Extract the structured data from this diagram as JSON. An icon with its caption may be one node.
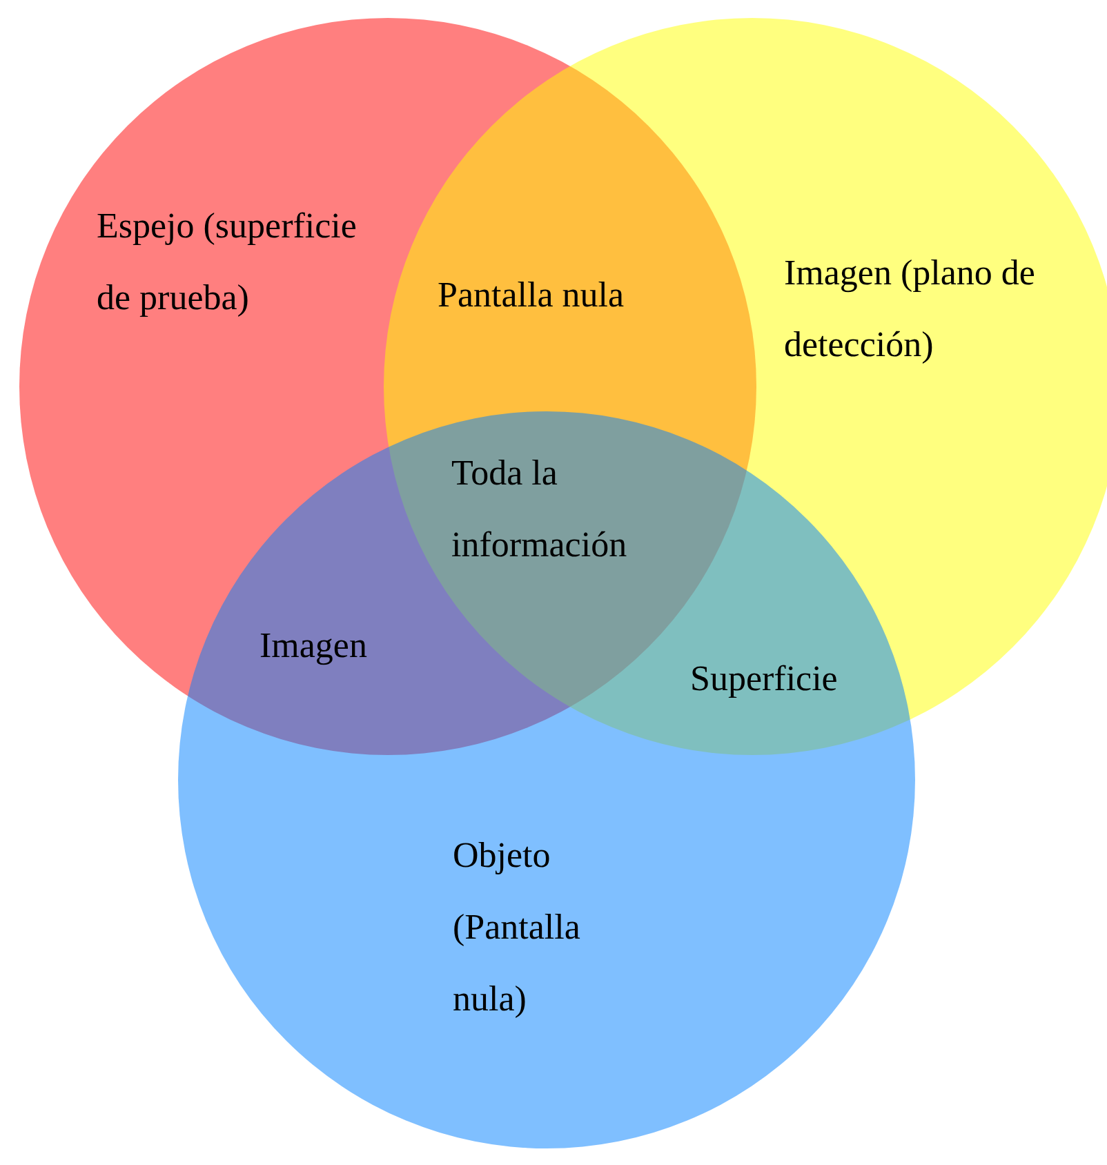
{
  "diagram": {
    "nodes": [
      {
        "text": [
          "Espejo (superficie de prueba)"
        ]
      },
      {
        "text": [
          "Imagen (plano de detección)"
        ]
      },
      {
        "text": [
          "Objeto (Pantalla nula)"
        ]
      }
    ],
    "labels": [
      "Pantalla nula",
      "Toda la información",
      "Imagen",
      "Superficie"
    ]
  }
}
